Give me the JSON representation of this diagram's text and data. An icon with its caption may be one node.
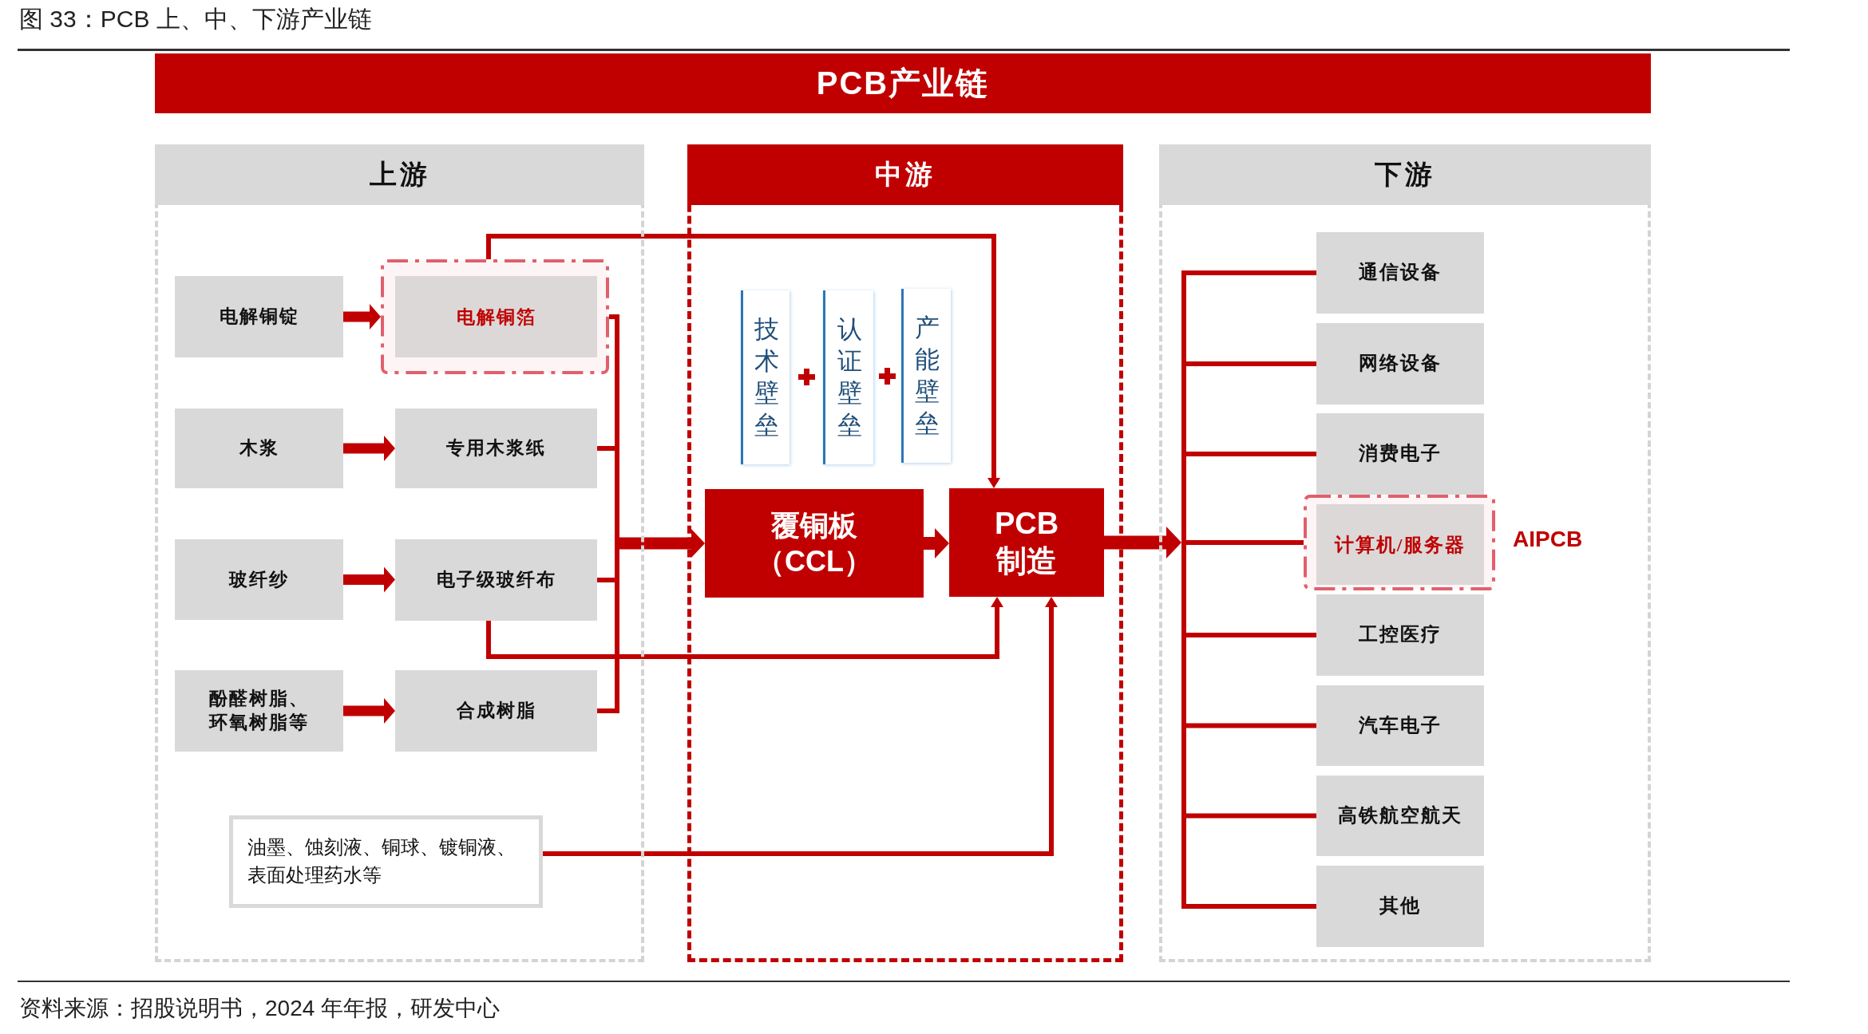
{
  "diagram": {
    "title": "图 33：PCB 上、中、下游产业链",
    "caption": "资料来源：招股说明书，2024 年年报，研发中心",
    "nodes": [
      {
        "text": [
          "PCB产业链"
        ]
      },
      {
        "text": [
          "上游"
        ]
      },
      {
        "text": [
          "电解铜锭"
        ],
        "in": 1
      },
      {
        "text": [
          "电解铜箔"
        ],
        "in": 1
      },
      {
        "text": [
          "木浆"
        ],
        "in": 1
      },
      {
        "text": [
          "专用木浆纸"
        ],
        "in": 1
      },
      {
        "text": [
          "玻纤纱"
        ],
        "in": 1
      },
      {
        "text": [
          "电子级玻纤布"
        ],
        "in": 1
      },
      {
        "text": [
          "酚醛树脂、环氧树脂等"
        ],
        "in": 1
      },
      {
        "text": [
          "合成树脂"
        ],
        "in": 1
      },
      {
        "text": [
          "油墨、蚀刻液、铜球、镀铜液、表面处理药水等"
        ],
        "in": 1
      },
      {
        "text": [
          "中游"
        ]
      },
      {
        "text": [
          "技术壁垒"
        ],
        "in": 11
      },
      {
        "text": [
          "认证壁垒"
        ],
        "in": 11
      },
      {
        "text": [
          "产能壁垒"
        ],
        "in": 11
      },
      {
        "text": [
          "覆铜板（CCL）"
        ],
        "in": 11
      },
      {
        "text": [
          "PCB制造"
        ],
        "in": 11
      },
      {
        "text": [
          "下游"
        ]
      },
      {
        "text": [
          "通信设备"
        ],
        "in": 17
      },
      {
        "text": [
          "网络设备"
        ],
        "in": 17
      },
      {
        "text": [
          "消费电子"
        ],
        "in": 17
      },
      {
        "text": [
          "计算机/服务器"
        ],
        "in": 17,
        "beside": [
          "AIPCB"
        ]
      },
      {
        "text": [
          "工控医疗"
        ],
        "in": 17
      },
      {
        "text": [
          "汽车电子"
        ],
        "in": 17
      },
      {
        "text": [
          "高铁航空航天"
        ],
        "in": 17
      },
      {
        "text": [
          "其他"
        ],
        "in": 17
      },
      {
        "text": [],
        "shape": "bar",
        "in": 1
      },
      {
        "text": [],
        "shape": "bar",
        "in": 17
      }
    ],
    "edges": [
      {
        "from": 2,
        "to": 3,
        "arrow": "to",
        "style": "thick"
      },
      {
        "from": 4,
        "to": 5,
        "arrow": "to",
        "style": "thick"
      },
      {
        "from": 6,
        "to": 7,
        "arrow": "to",
        "style": "thick"
      },
      {
        "from": 8,
        "to": 9,
        "arrow": "to",
        "style": "thick"
      },
      {
        "from": 3,
        "to": 26,
        "arrow": "none"
      },
      {
        "from": 5,
        "to": 26,
        "arrow": "none"
      },
      {
        "from": 7,
        "to": 26,
        "arrow": "none"
      },
      {
        "from": 9,
        "to": 26,
        "arrow": "none"
      },
      {
        "from": 26,
        "to": 15,
        "arrow": "to",
        "style": "thick"
      },
      {
        "from": 3,
        "to": 16,
        "arrow": "to"
      },
      {
        "from": 7,
        "to": 16,
        "arrow": "to"
      },
      {
        "from": 10,
        "to": 16,
        "arrow": "to"
      },
      {
        "from": 15,
        "to": 16,
        "arrow": "to",
        "style": "thick"
      },
      {
        "from": 16,
        "to": 27,
        "arrow": "to",
        "style": "thick"
      },
      {
        "from": 27,
        "to": 18,
        "arrow": "none"
      },
      {
        "from": 27,
        "to": 19,
        "arrow": "none"
      },
      {
        "from": 27,
        "to": 20,
        "arrow": "none"
      },
      {
        "from": 27,
        "to": 21,
        "arrow": "none"
      },
      {
        "from": 27,
        "to": 22,
        "arrow": "none"
      },
      {
        "from": 27,
        "to": 23,
        "arrow": "none"
      },
      {
        "from": 27,
        "to": 24,
        "arrow": "none"
      },
      {
        "from": 27,
        "to": 25,
        "arrow": "none"
      }
    ]
  }
}
